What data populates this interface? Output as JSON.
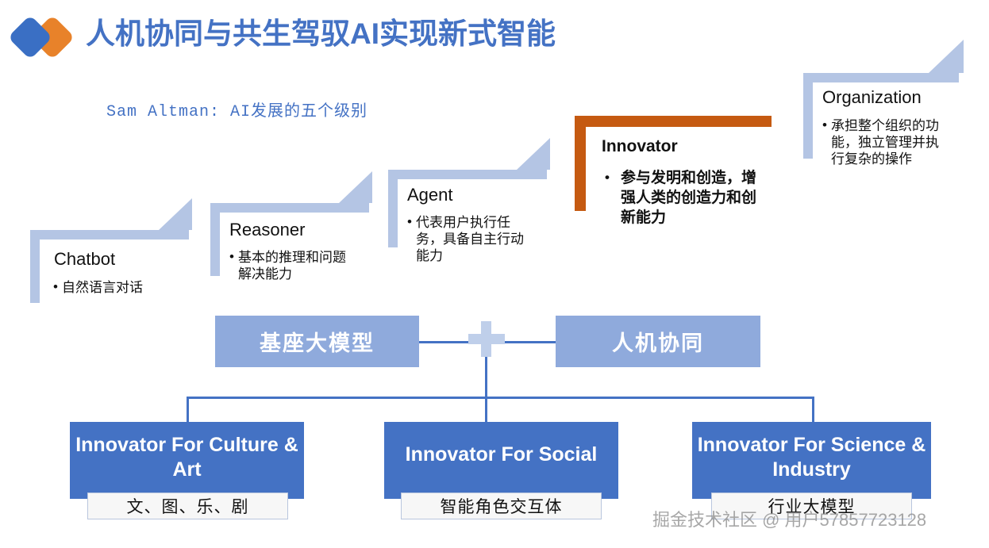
{
  "header": {
    "title": "人机协同与共生驾驭AI实现新式智能",
    "logo_icon": "double-diamond-logo",
    "title_color": "#4472c4"
  },
  "subtitle": "Sam Altman: AI发展的五个级别",
  "levels": [
    {
      "name": "Chatbot",
      "body": "自然语言对话",
      "bullet": "•",
      "color": "#b4c5e4",
      "emphasis": false
    },
    {
      "name": "Reasoner",
      "body": "基本的推理和问题解决能力",
      "bullet": "•",
      "color": "#b4c5e4",
      "emphasis": false
    },
    {
      "name": "Agent",
      "body": "代表用户执行任务，具备自主行动能力",
      "bullet": "•",
      "color": "#b4c5e4",
      "emphasis": false
    },
    {
      "name": "Innovator",
      "body": "参与发明和创造，增强人类的创造力和创新能力",
      "bullet": "•",
      "color": "#c55a11",
      "emphasis": true
    },
    {
      "name": "Organization",
      "body": "承担整个组织的功能，独立管理并执行复杂的操作",
      "bullet": "•",
      "color": "#b4c5e4",
      "emphasis": false
    }
  ],
  "formula": {
    "left_label": "基座大模型",
    "operator": "+",
    "right_label": "人机协同",
    "box_color": "#8faadc"
  },
  "outcomes": [
    {
      "title": "Innovator For Culture & Art",
      "caption": "文、图、乐、剧"
    },
    {
      "title": "Innovator For Social",
      "caption": "智能角色交互体"
    },
    {
      "title": "Innovator For Science & Industry",
      "caption": "行业大模型"
    }
  ],
  "outcome_color": "#4472c4",
  "watermark": "掘金技术社区 @ 用户57857723128"
}
